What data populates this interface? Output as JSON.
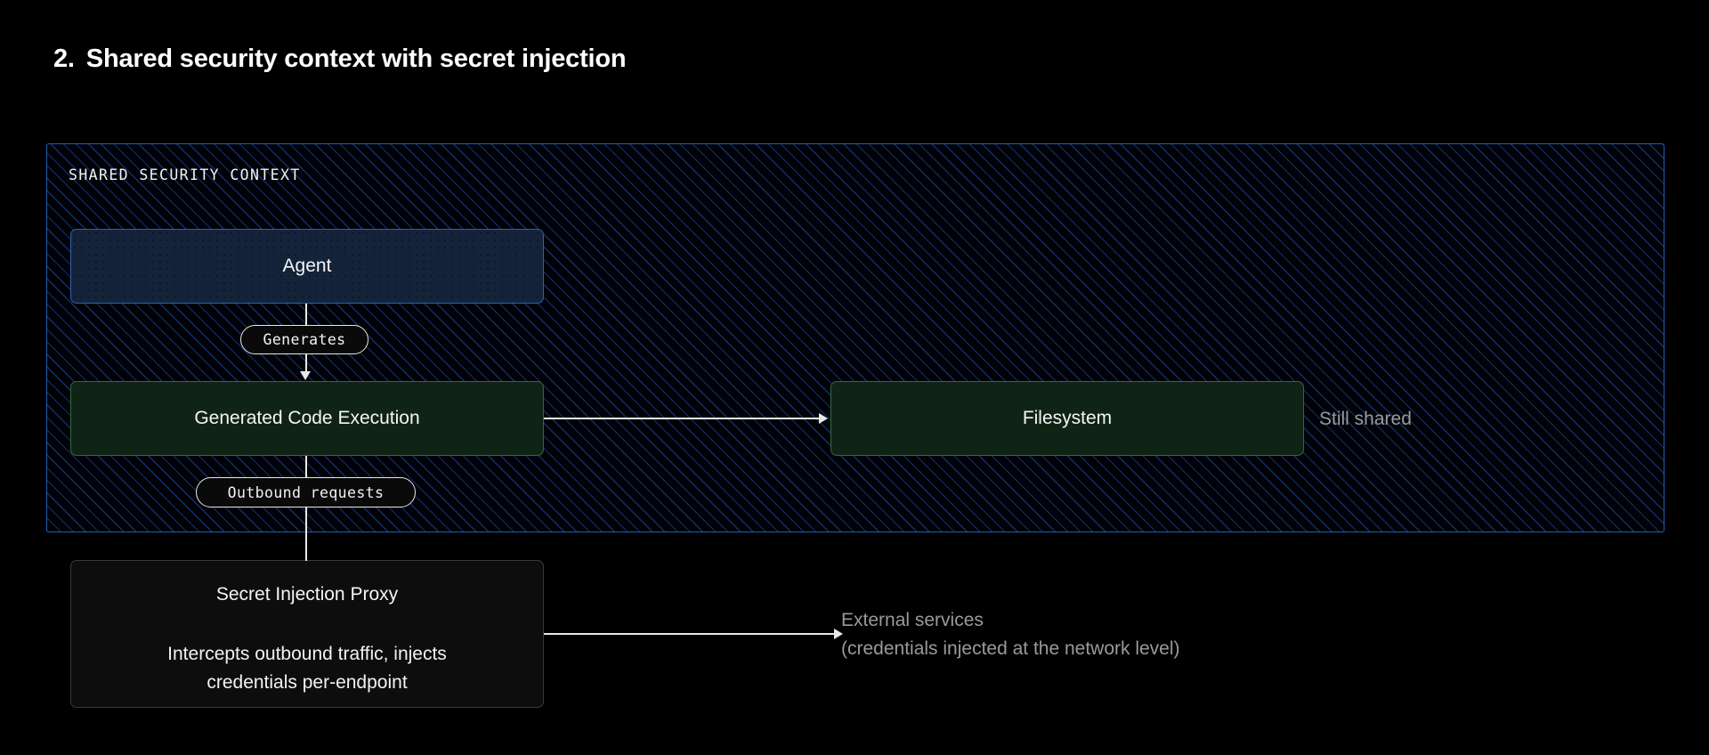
{
  "title": {
    "number": "2.",
    "text": "Shared security context with secret injection"
  },
  "container": {
    "label": "SHARED SECURITY CONTEXT",
    "border_color": "#1f5fad",
    "background_color": "#010208",
    "hatch_color": "#143878"
  },
  "nodes": {
    "agent": {
      "label": "Agent",
      "border_color": "#2a63a8",
      "fill_color": "#15233a"
    },
    "code_execution": {
      "label": "Generated Code Execution",
      "border_color": "#2f6b38",
      "fill_color": "#102416"
    },
    "filesystem": {
      "label": "Filesystem",
      "border_color": "#2f6b38",
      "fill_color": "#102416"
    },
    "proxy": {
      "title": "Secret Injection Proxy",
      "description": "Intercepts outbound traffic, injects credentials per-endpoint",
      "border_color": "#3a3a3a",
      "fill_color": "#0d0d0d"
    }
  },
  "edges": {
    "generates": "Generates",
    "outbound": "Outbound requests"
  },
  "annotations": {
    "still_shared": "Still shared",
    "external_line1": "External services",
    "external_line2": "(credentials injected at the network level)",
    "muted_color": "#9a9a9a"
  }
}
